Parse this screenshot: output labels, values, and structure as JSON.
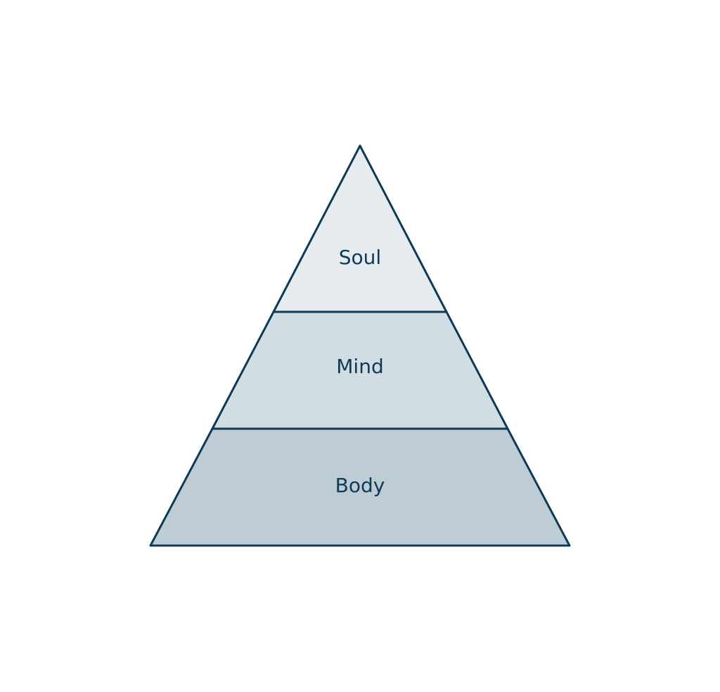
{
  "diagram": {
    "tiers": [
      {
        "label": "Soul",
        "fill": "#e6ebef"
      },
      {
        "label": "Mind",
        "fill": "#d1dde3"
      },
      {
        "label": "Body",
        "fill": "#bdccd5"
      }
    ],
    "stroke_color": "#0e3a55",
    "text_color": "#0e3a55"
  }
}
